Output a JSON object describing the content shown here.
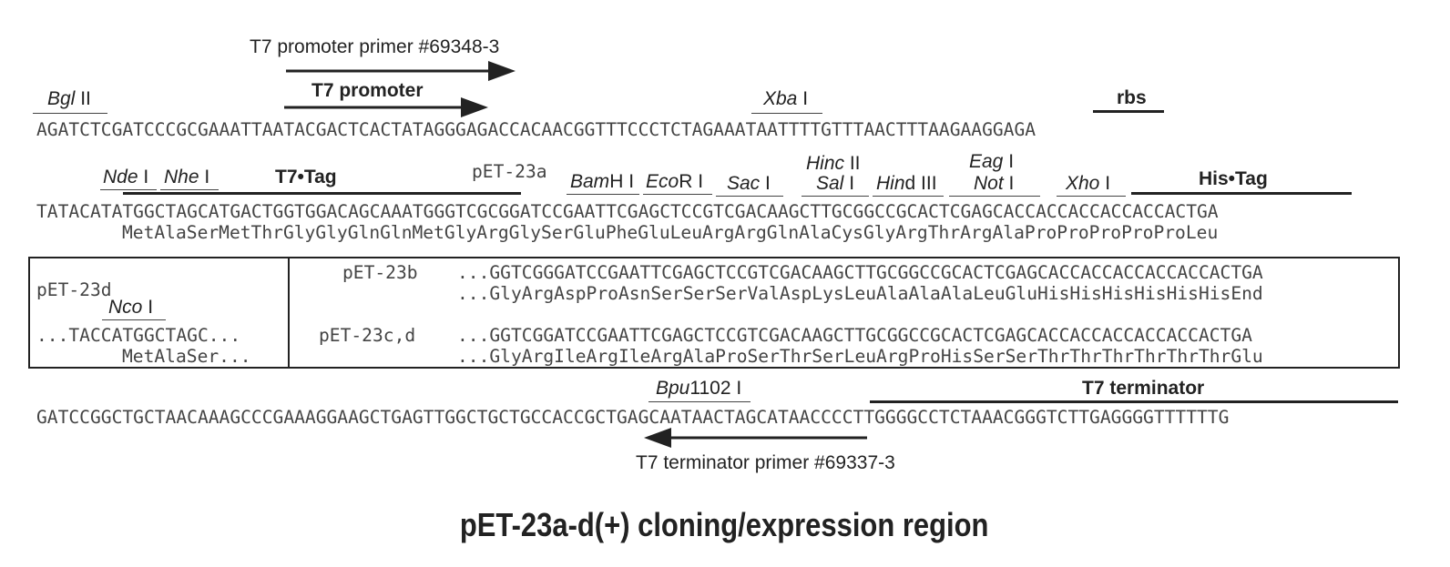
{
  "title": "pET-23a-d(+) cloning/expression region",
  "primers": {
    "t7_promoter_primer": "T7 promoter primer #69348-3",
    "t7_terminator_primer": "T7 terminator primer #69337-3"
  },
  "features": {
    "t7_promoter": "T7 promoter",
    "rbs": "rbs",
    "t7_tag": "T7•Tag",
    "his_tag": "His•Tag",
    "t7_terminator": "T7 terminator"
  },
  "sites": {
    "bgl": {
      "italic": "Bgl",
      "rest": " II"
    },
    "xba": {
      "italic": "Xba",
      "rest": " I"
    },
    "nde": {
      "italic": "Nde",
      "rest": " I"
    },
    "nhe": {
      "italic": "Nhe",
      "rest": " I"
    },
    "bamh": {
      "italic": "Bam",
      "rest": "H I"
    },
    "ecor": {
      "italic": "Eco",
      "rest": "R I"
    },
    "sac": {
      "italic": "Sac",
      "rest": " I"
    },
    "hinc": {
      "italic": "Hinc",
      "rest": " II"
    },
    "sal": {
      "italic": "Sal",
      "rest": " I"
    },
    "hind": {
      "italic": "Hin",
      "rest": "d III"
    },
    "eag": {
      "italic": "Eag",
      "rest": " I"
    },
    "not": {
      "italic": "Not",
      "rest": " I"
    },
    "xho": {
      "italic": "Xho",
      "rest": " I"
    },
    "nco": {
      "italic": "Nco",
      "rest": " I"
    },
    "bpu": {
      "italic": "Bpu",
      "rest": "1102 I"
    }
  },
  "variants": {
    "a": "pET-23a",
    "b": "pET-23b",
    "cd": "pET-23c,d",
    "d": "pET-23d"
  },
  "sequences": {
    "row1": "AGATCTCGATCCCGCGAAATTAATACGACTCACTATAGGGAGACCACAACGGTTTCCCTCTAGAAATAATTTTGTTTAACTTTAAGAAGGAGA",
    "row2": "TATACATATGGCTAGCATGACTGGTGGACAGCAAATGGGTCGCGGATCCGAATTCGAGCTCCGTCGACAAGCTTGCGGCCGCACTCGAGCACCACCACCACCACCACTGA",
    "row2_aa": "MetAlaSerMetThrGlyGlyGlnGlnMetGlyArgGlySerGluPheGluLeuArgArgGlnAlaCysGlyArgThrArgAlaProProProProProLeu",
    "b_nt": "...GGTCGGGATCCGAATTCGAGCTCCGTCGACAAGCTTGCGGCCGCACTCGAGCACCACCACCACCACCACTGA",
    "b_aa": "...GlyArgAspProAsnSerSerSerValAspLysLeuAlaAlaAlaLeuGluHisHisHisHisHisHisEnd",
    "d_nt": "...TACCATGGCTAGC...",
    "d_aa": "MetAlaSer...",
    "cd_nt": "...GGTCGGATCCGAATTCGAGCTCCGTCGACAAGCTTGCGGCCGCACTCGAGCACCACCACCACCACCACTGA",
    "cd_aa": "...GlyArgIleArgIleArgAlaProSerThrSerLeuArgProHisSerSerThrThrThrThrThrThrGlu",
    "row_bottom": "GATCCGGCTGCTAACAAAGCCCGAAAGGAAGCTGAGTTGGCTGCTGCCACCGCTGAGCAATAACTAGCATAACCCCTTGGGGCCTCTAAACGGGTCTTGAGGGGTTTTTTG"
  },
  "colors": {
    "ink": "#222222",
    "sequence": "#444444",
    "background": "#ffffff"
  }
}
